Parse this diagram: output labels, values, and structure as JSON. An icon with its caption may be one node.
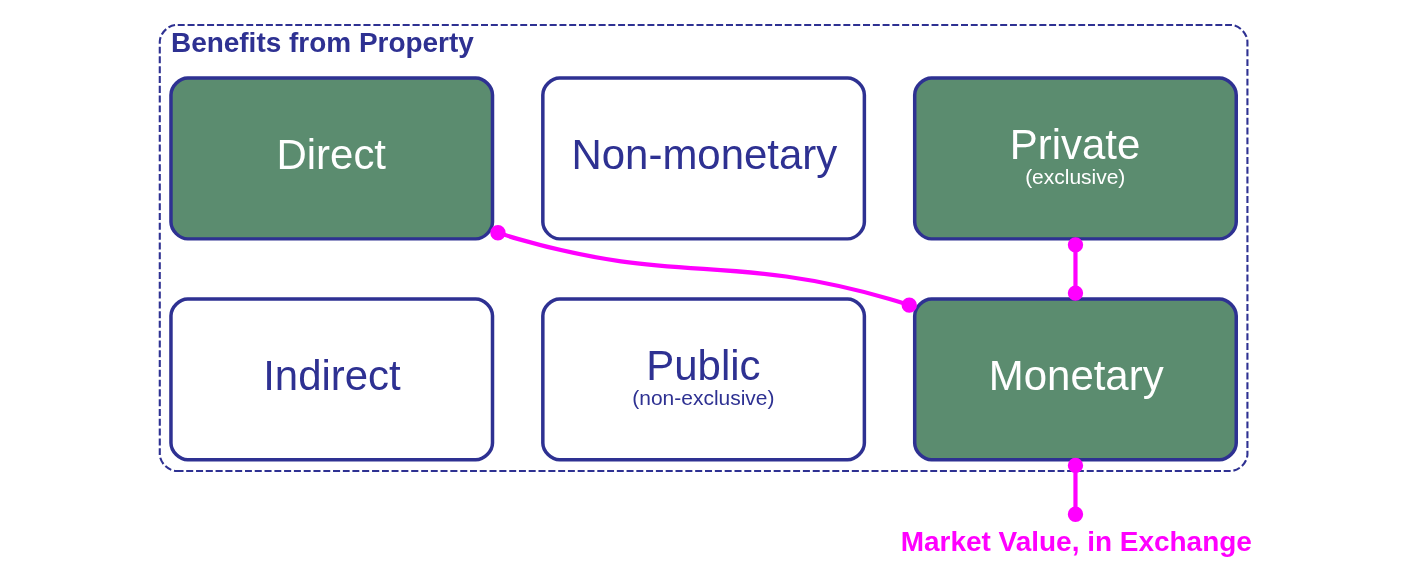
{
  "diagram": {
    "nodes": [
      {
        "text": [
          "Benefits from Property"
        ]
      },
      {
        "text": [
          "Private",
          "(exclusive)"
        ],
        "in": 0
      },
      {
        "text": [
          "Non-monetary"
        ],
        "in": 0
      },
      {
        "text": [
          "Direct"
        ],
        "in": 0
      },
      {
        "text": [
          "Public",
          "(non-exclusive)"
        ],
        "in": 0
      },
      {
        "text": [
          "Monetary"
        ],
        "in": 0
      },
      {
        "text": [
          "Indirect"
        ],
        "in": 0
      },
      {
        "text": [
          "Market Value, in Exchange"
        ]
      }
    ],
    "edges": [
      {
        "from": 1,
        "to": 5,
        "arrow": "other"
      },
      {
        "from": 3,
        "to": 5,
        "arrow": "other"
      },
      {
        "from": 5,
        "to": 7,
        "arrow": "other"
      }
    ]
  }
}
